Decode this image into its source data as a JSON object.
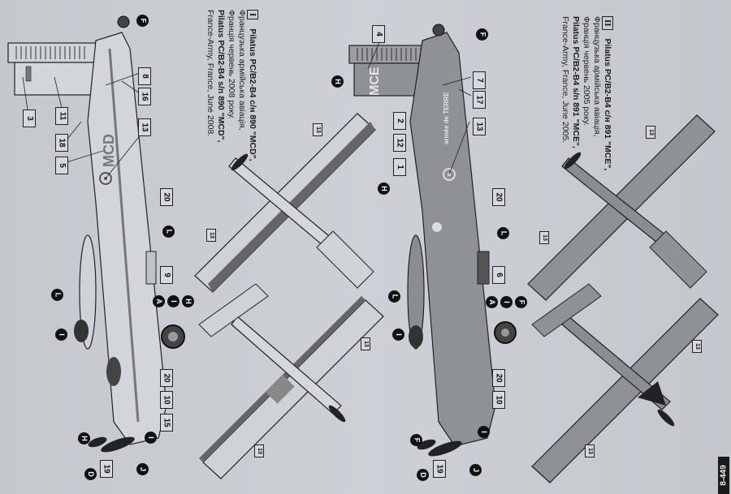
{
  "sheet": {
    "code": "8-449",
    "background_color": "#c8ccd1"
  },
  "variants": [
    {
      "roman": "I",
      "caption_lines": [
        "Pilatus PC/B2-B4 с/н 890 \"MCD\",",
        "Французька армійська авіація,",
        "Франція червень 2008 року.",
        "Pilatus PC/B2-B4 s/n 890 \"MCD\",",
        "France-Army, France, June 2008."
      ],
      "fuselage_code": "MCD",
      "fuselage_color": "#d2d5d9",
      "callout_numbers": [
        "3",
        "11",
        "18",
        "5",
        "8",
        "16",
        "13",
        "20",
        "9",
        "20",
        "10",
        "15",
        "19"
      ],
      "callout_letters": [
        "F",
        "L",
        "A",
        "I",
        "H",
        "L",
        "I",
        "H",
        "D",
        "J",
        "I"
      ],
      "plan_callouts": [
        "13",
        "13",
        "13",
        "13"
      ]
    },
    {
      "roman": "II",
      "caption_lines": [
        "Pilatus PC/B2-B4 с/н 891 \"MCE\",",
        "Французька армійська авіація,",
        "Франція червень 2005 року.",
        "Pilatus PC/B2-B4 s/n 891 \"MCE\",",
        "France-Army, France, June 2005."
      ],
      "fuselage_code": "MCE",
      "fuselage_marking": "armée de TERRE",
      "fuselage_color": "#8e9196",
      "callout_numbers": [
        "4",
        "7",
        "17",
        "2",
        "12",
        "1",
        "13",
        "20",
        "6",
        "20",
        "10",
        "19"
      ],
      "callout_letters": [
        "F",
        "H",
        "H",
        "L",
        "A",
        "I",
        "F",
        "L",
        "I",
        "F",
        "D",
        "J",
        "I"
      ],
      "plan_callouts": [
        "13",
        "13",
        "13",
        "13"
      ]
    }
  ]
}
